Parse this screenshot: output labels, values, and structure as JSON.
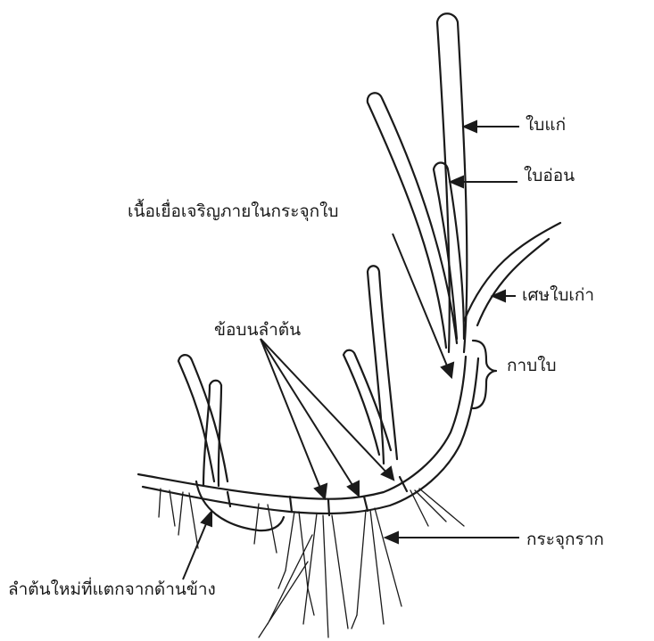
{
  "labels": {
    "old_leaf": "ใบแก่",
    "young_leaf": "ใบอ่อน",
    "meristem": "เนื้อเยื่อเจริญภายในกระจุกใบ",
    "old_leaf_remnant": "เศษใบเก่า",
    "leaf_sheath": "กาบใบ",
    "stem_nodes": "ข้อบนลำต้น",
    "root_cluster": "กระจุกราก",
    "lateral_shoot": "ลำต้นใหม่ที่แตกจากด้านข้าง"
  },
  "colors": {
    "ink": "#1a1a1a",
    "paper": "#ffffff"
  }
}
